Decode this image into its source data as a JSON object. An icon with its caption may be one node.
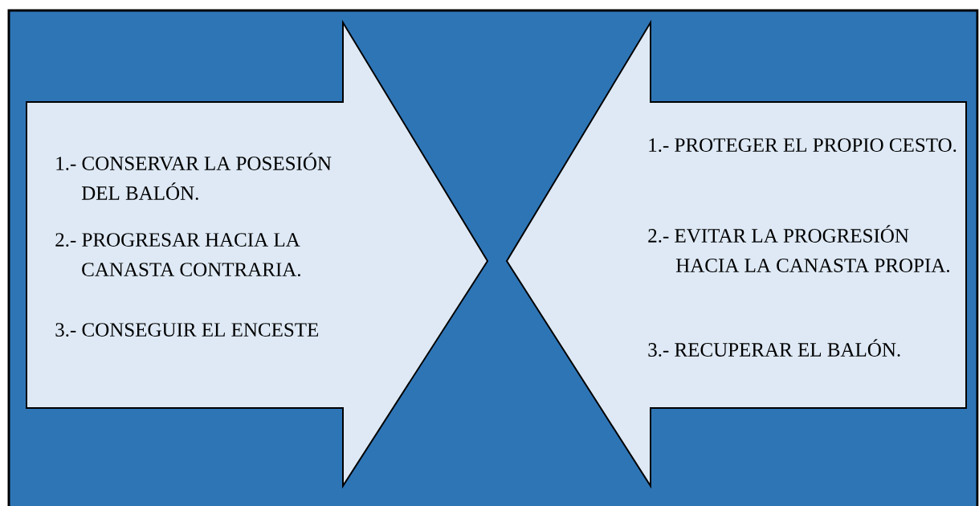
{
  "diagram": {
    "nodes": [
      {
        "text": [
          "1.- CONSERVAR LA POSESIÓN DEL BALÓN.",
          "2.- PROGRESAR HACIA LA CANASTA CONTRARIA.",
          "3.- CONSEGUIR EL ENCESTE"
        ]
      },
      {
        "text": [
          "1.- PROTEGER EL PROPIO CESTO.",
          "2.- EVITAR LA PROGRESIÓN HACIA LA CANASTA PROPIA.",
          "3.- RECUPERAR EL BALÓN."
        ]
      }
    ]
  }
}
